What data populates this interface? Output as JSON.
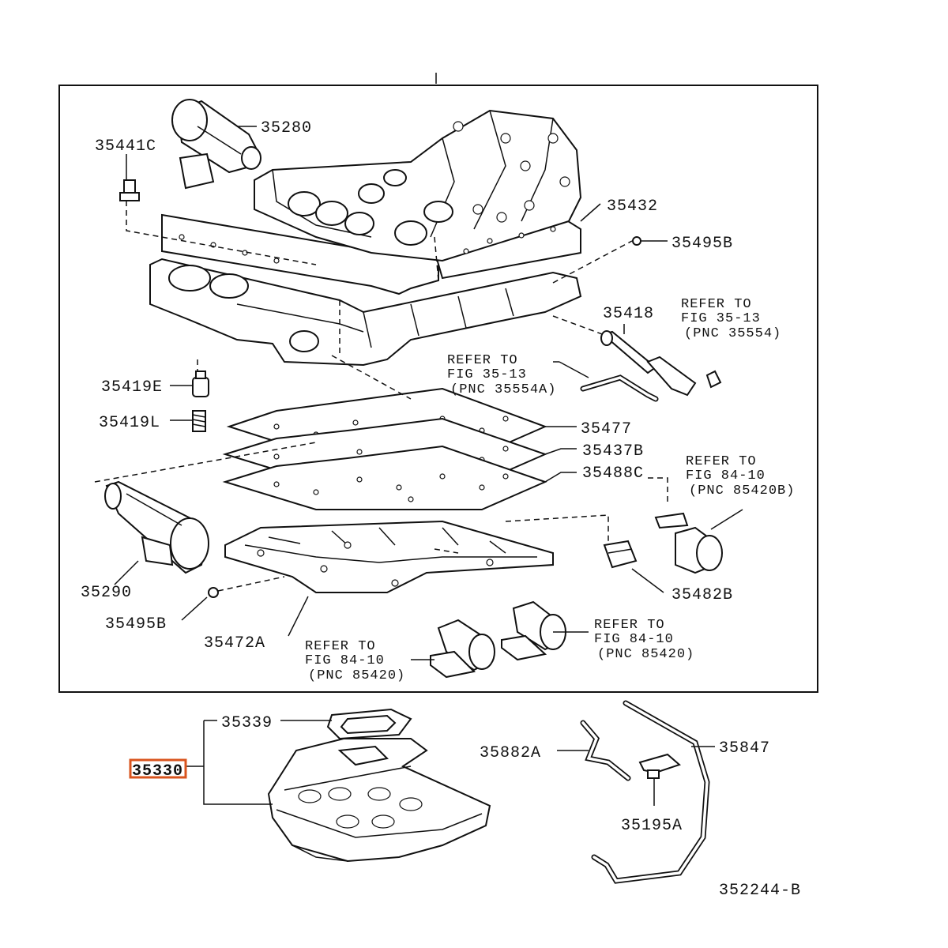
{
  "labels": {
    "p35280": "35280",
    "p35441C": "35441C",
    "p35432": "35432",
    "p35495B_top": "35495B",
    "p35418": "35418",
    "p35419E": "35419E",
    "p35419L": "35419L",
    "p35477": "35477",
    "p35437B": "35437B",
    "p35488C": "35488C",
    "p35290": "35290",
    "p35482B": "35482B",
    "p35495B_bottom": "35495B",
    "p35472A": "35472A",
    "p35339": "35339",
    "p35330": "35330",
    "p35882A": "35882A",
    "p35847": "35847",
    "p35195A": "35195A",
    "figure_id": "352244-B"
  },
  "refs": {
    "r1": [
      "REFER TO",
      "FIG 35-13",
      "(PNC 35554)"
    ],
    "r2": [
      "REFER TO",
      "FIG 35-13",
      "(PNC 35554A)"
    ],
    "r3": [
      "REFER TO",
      "FIG 84-10",
      "(PNC 85420B)"
    ],
    "r4": [
      "REFER TO",
      "FIG 84-10",
      "(PNC 85420)"
    ],
    "r5": [
      "REFER TO",
      "FIG 84-10",
      "(PNC 85420)"
    ]
  },
  "highlight": {
    "part": "35330",
    "color": "#d9541e"
  }
}
